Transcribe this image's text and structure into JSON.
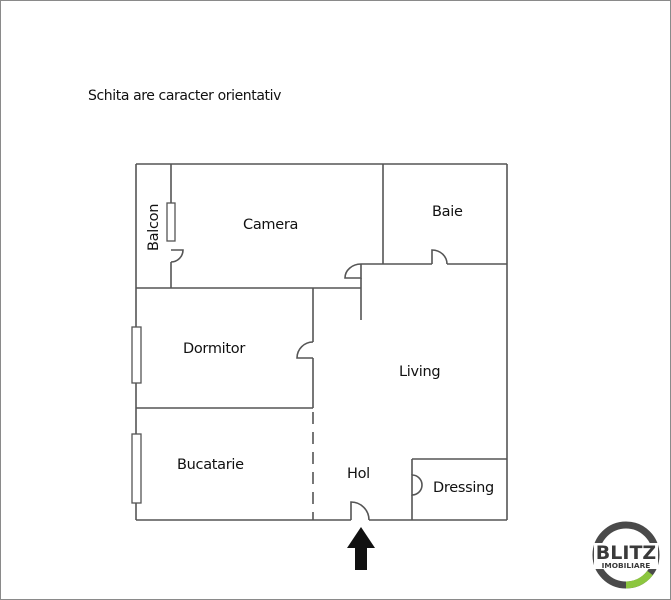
{
  "note": "Schita are caracter orientativ",
  "rooms": {
    "balcon": "Balcon",
    "camera": "Camera",
    "baie": "Baie",
    "dormitor": "Dormitor",
    "living": "Living",
    "bucatarie": "Bucatarie",
    "hol": "Hol",
    "dressing": "Dressing"
  },
  "entrance": {
    "icon": "arrow-up-icon",
    "color": "#111111"
  },
  "logo": {
    "brand": "BLITZ",
    "subtitle": "IMOBILIARE",
    "ring_color": "#4a4a4a",
    "accent_color": "#8cc63f"
  },
  "colors": {
    "wall": "#555555",
    "frame": "#8a8a8a"
  }
}
